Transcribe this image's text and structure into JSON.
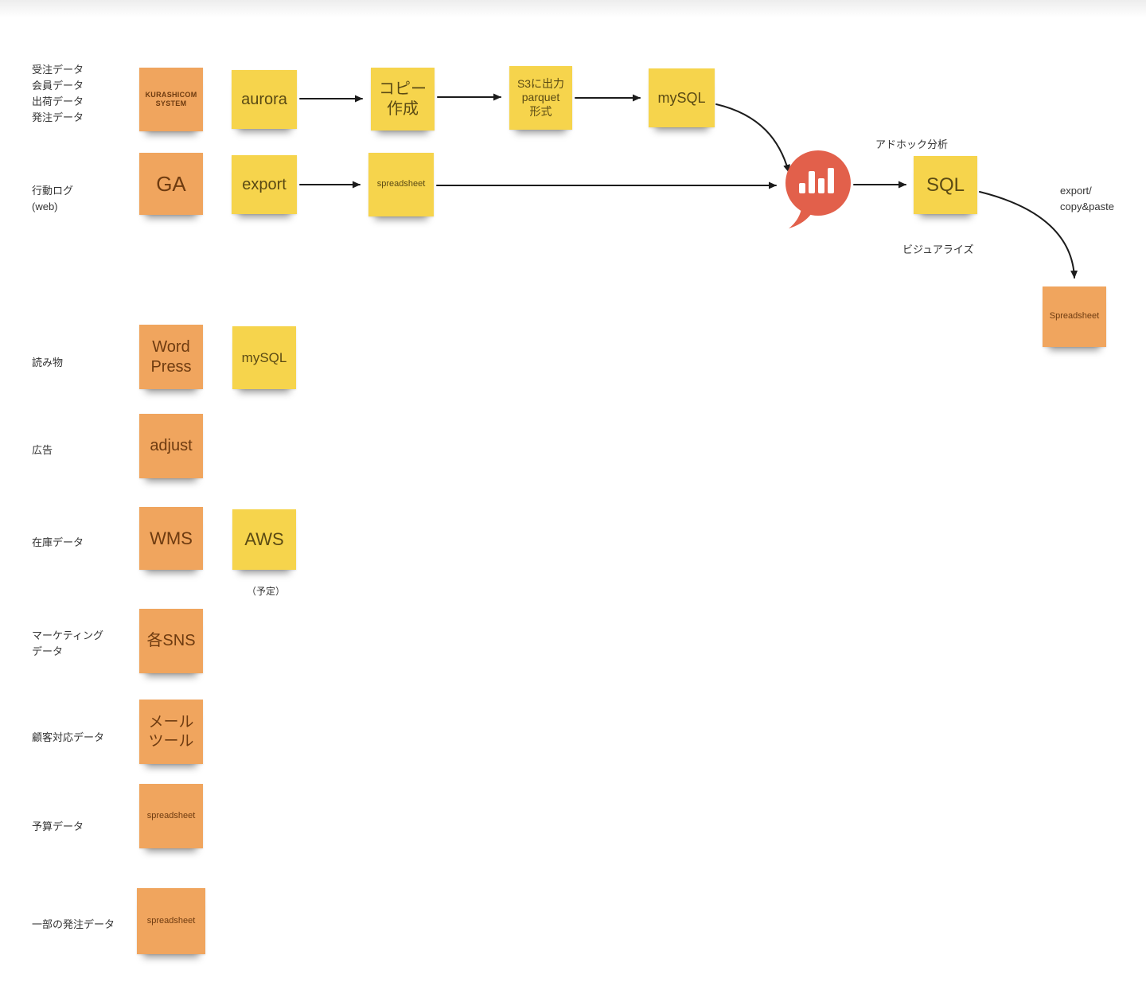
{
  "colors": {
    "note_orange": "#f0a55e",
    "note_yellow": "#f6d44c",
    "logo_red": "#e2604b",
    "arrow": "#1c1c1c",
    "label_text": "#333333"
  },
  "row1": {
    "source_label": "受注データ\n会員データ\n出荷データ\n発注データ",
    "kurashicom": "KURASHICOM\nSYSTEM",
    "aurora": "aurora",
    "copy": "コピー\n作成",
    "s3": "S3に出力\nparquet\n形式",
    "mysql": "mySQL"
  },
  "row2": {
    "source_label": "行動ログ\n(web)",
    "ga": "GA",
    "export": "export",
    "spreadsheet": "spreadsheet"
  },
  "analysis": {
    "adhoc_label": "アドホック分析",
    "logo": "redash-logo",
    "sql": "SQL",
    "visualize_label": "ビジュアライズ",
    "export_copy_label": "export/\ncopy&paste",
    "spreadsheet": "Spreadsheet"
  },
  "left_column": [
    {
      "label": "読み物",
      "note": "Word\nPress",
      "note2": "mySQL"
    },
    {
      "label": "広告",
      "note": "adjust"
    },
    {
      "label": "在庫データ",
      "note": "WMS",
      "note2": "AWS",
      "note2_sub": "（予定）"
    },
    {
      "label": "マーケティング\nデータ",
      "note": "各SNS"
    },
    {
      "label": "顧客対応データ",
      "note": "メール\nツール"
    },
    {
      "label": "予算データ",
      "note": "spreadsheet"
    },
    {
      "label": "一部の発注データ",
      "note": "spreadsheet"
    }
  ]
}
